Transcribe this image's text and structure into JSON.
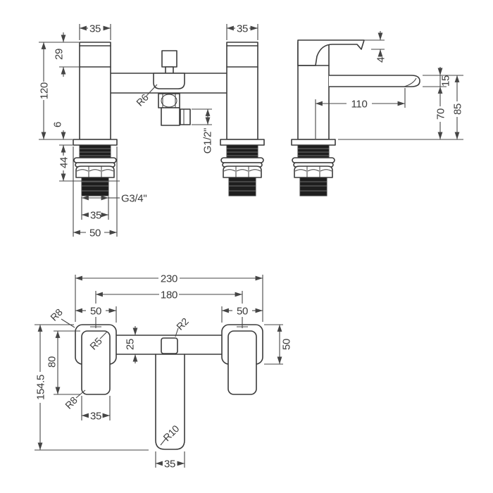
{
  "drawing": {
    "title": "bath-shower-mixer-dimension-drawing",
    "front": {
      "w_left": "35",
      "w_right": "35",
      "handle_h": "29",
      "body_h": "120",
      "deck_t": "6",
      "shank_l": "44",
      "shank_w": "35",
      "base_w": "50",
      "r_spout": "R6",
      "hose_thread": "G1/2\"",
      "tail_thread": "G3/4\""
    },
    "side": {
      "lever_t": "4",
      "reach": "110",
      "spout_d": "15",
      "clearance": "70",
      "height": "85"
    },
    "plan": {
      "overall_w": "230",
      "centres": "180",
      "body_w_left": "50",
      "body_w_right": "50",
      "bar_d": "25",
      "body_d": "50",
      "handle_l": "80",
      "overall_d": "154.5",
      "handle_w": "35",
      "spout_w": "35",
      "r_body_top": "R8",
      "r_handle_top": "R5",
      "r_button": "R2",
      "r_handle_bottom": "R8",
      "r_spout_end": "R10"
    }
  }
}
